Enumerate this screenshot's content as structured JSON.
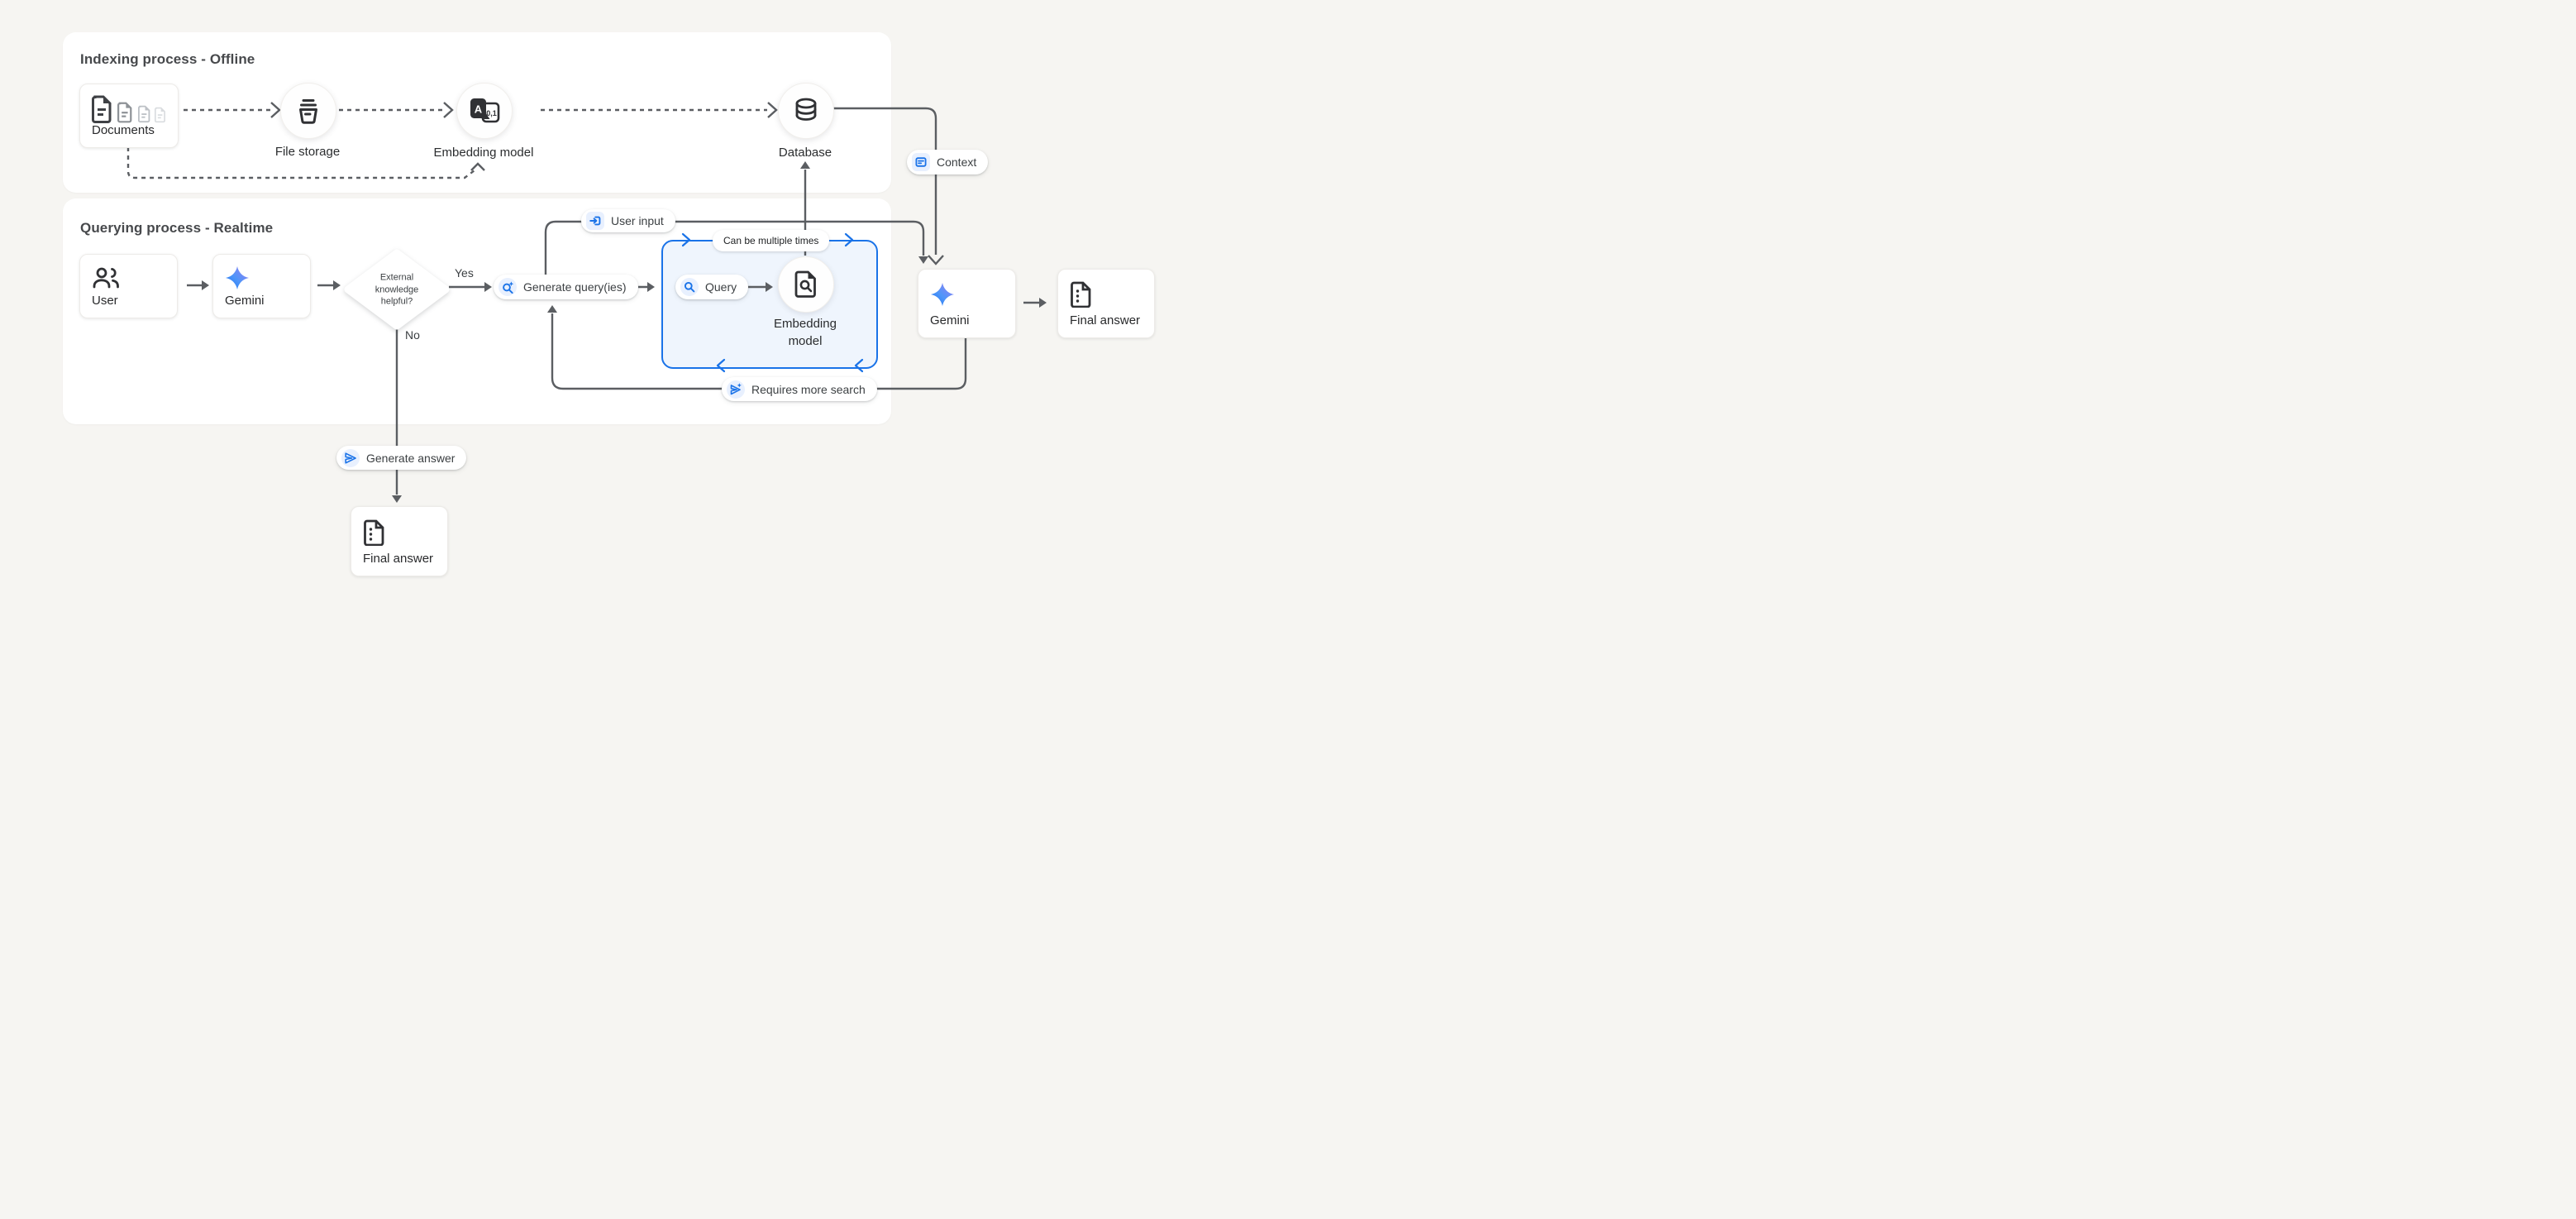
{
  "colors": {
    "page_background": "#f6f5f2",
    "panel_background": "#ffffff",
    "accent_blue": "#1a73e8",
    "chip_background": "#e8f0fe",
    "loop_box_fill": "#eff5fd",
    "connector_gray": "#5b5e62",
    "icon_dark": "#3c4043",
    "doc_shades": [
      "#3f4145",
      "#8e9297",
      "#bdc1c6",
      "#d9dcdf"
    ]
  },
  "indexing_panel": {
    "title": "Indexing process - Offline",
    "documents": {
      "label": "Documents",
      "icon": "documents-stack-icon"
    },
    "file_storage": {
      "label": "File storage",
      "icon": "storage-bucket-icon"
    },
    "embedding_model": {
      "label": "Embedding model",
      "icon": "text-to-vector-icon"
    },
    "database": {
      "label": "Database",
      "icon": "database-icon"
    }
  },
  "querying_panel": {
    "title": "Querying process - Realtime",
    "user": {
      "label": "User",
      "icon": "users-icon"
    },
    "gemini": {
      "label": "Gemini",
      "icon": "gemini-star-icon"
    },
    "decision": {
      "question": "External knowledge helpful?",
      "yes": "Yes",
      "no": "No"
    },
    "generate_queries": {
      "label": "Generate query(ies)",
      "icon": "search-spark-icon"
    },
    "loop_box": {
      "caption": "Can be multiple times",
      "query": {
        "label": "Query",
        "icon": "search-icon"
      },
      "embedding_model": {
        "label": "Embedding model",
        "icon": "document-search-icon"
      }
    }
  },
  "right_flow": {
    "context_tag": {
      "label": "Context",
      "icon": "article-icon"
    },
    "user_input_tag": {
      "label": "User input",
      "icon": "input-icon"
    },
    "requires_more_search_tag": {
      "label": "Requires more search",
      "icon": "send-spark-icon"
    },
    "gemini": {
      "label": "Gemini",
      "icon": "gemini-star-icon"
    },
    "final_answer": {
      "label": "Final answer",
      "icon": "answer-document-icon"
    }
  },
  "no_branch": {
    "generate_answer_tag": {
      "label": "Generate answer",
      "icon": "send-icon"
    },
    "final_answer": {
      "label": "Final answer",
      "icon": "answer-document-icon"
    }
  }
}
